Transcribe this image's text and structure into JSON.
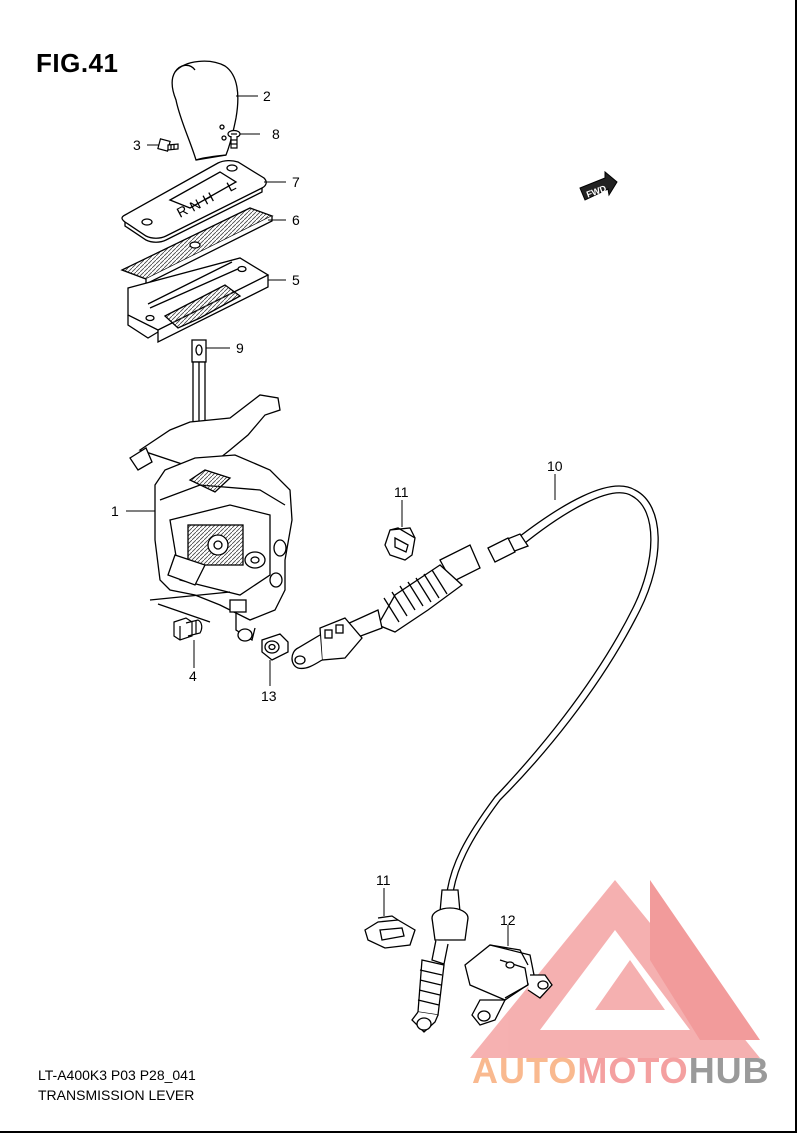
{
  "figure": {
    "title": "FIG.41"
  },
  "footer": {
    "model_code": "LT-A400K3 P03 P28_041",
    "caption": "TRANSMISSION LEVER"
  },
  "badge": {
    "fwd": "FWD"
  },
  "shifter_gates": {
    "upper": [
      "R",
      "N",
      "H",
      "L"
    ]
  },
  "callouts": [
    "1",
    "2",
    "3",
    "4",
    "5",
    "6",
    "7",
    "8",
    "9",
    "10",
    "11",
    "11",
    "12",
    "13"
  ],
  "watermark": {
    "part1": "AUTO",
    "part2": "MOTO",
    "part3": "HUB",
    "colors": {
      "logo": "#f08a8a",
      "auto": "#f9b98f",
      "moto": "#f4a0a0",
      "hub": "#9a9a9a"
    }
  }
}
